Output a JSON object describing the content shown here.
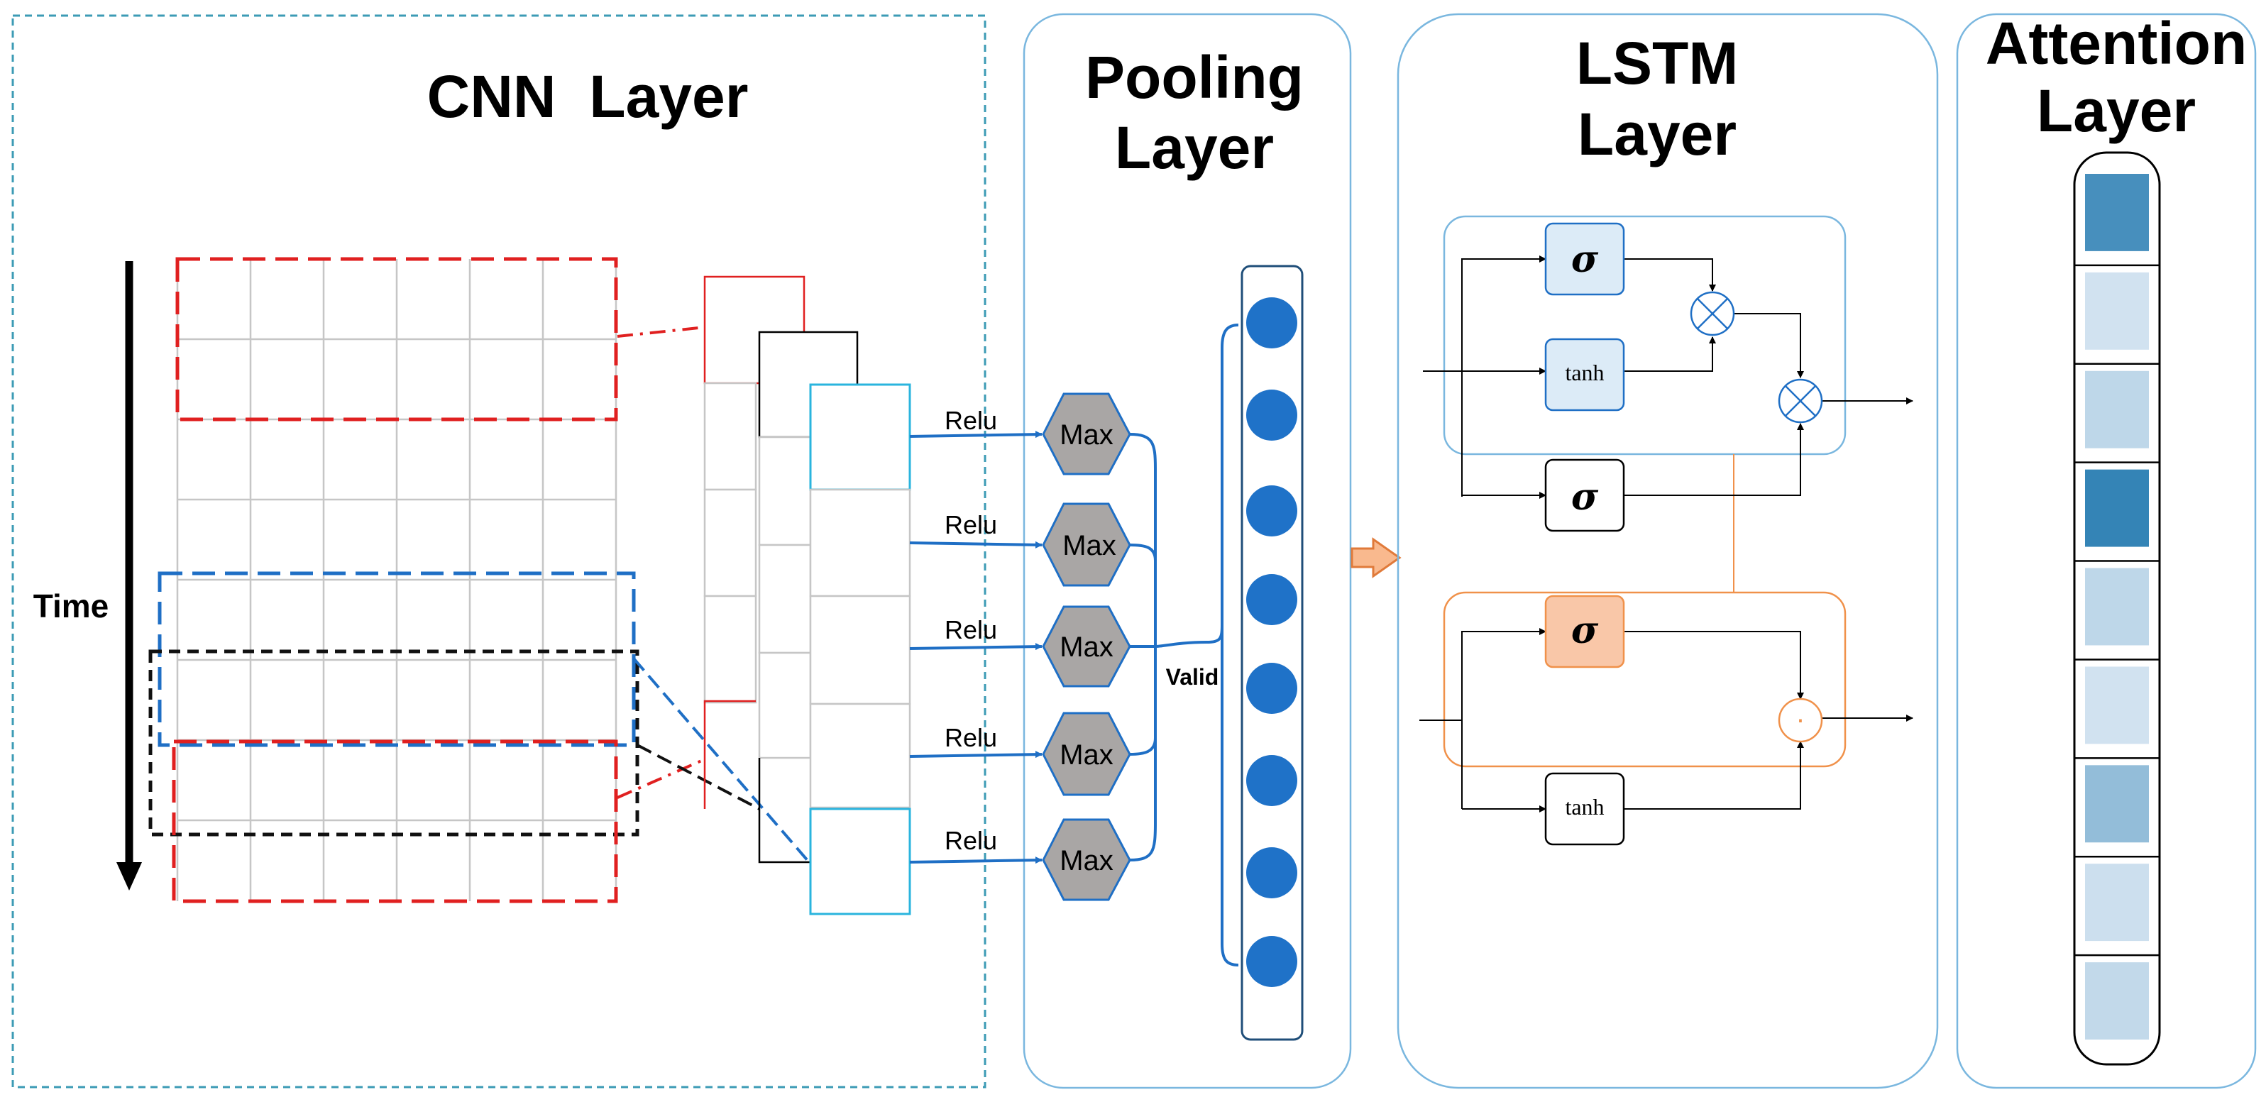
{
  "titles": {
    "cnn": "CNN  Layer",
    "pooling_line1": "Pooling",
    "pooling_line2": "Layer",
    "lstm_line1": "LSTM",
    "lstm_line2": "Layer",
    "attention_line1": "Attention",
    "attention_line2": "Layer"
  },
  "labels": {
    "time": "Time",
    "relu": "Relu",
    "max": "Max",
    "valid": "Valid",
    "sigma": "σ",
    "tanh": "tanh",
    "dot": "·"
  },
  "colors": {
    "accent_blue": "#1f6fc5",
    "node_blue": "#1f72c8",
    "panel_border": "#7ab7df",
    "grid": "#c6c6c6",
    "red_dash": "#e02020",
    "blue_dash": "#1f6fc5",
    "black_dash": "#111111",
    "cyan": "#2ab4de",
    "hex_fill": "#a9a6a5",
    "orange": "#f0914a",
    "orange_fill": "#f9c7a8",
    "light_blue_fill": "#dcebf7"
  },
  "attention_weights": [
    0.85,
    0.12,
    0.22,
    0.95,
    0.22,
    0.12,
    0.45,
    0.15,
    0.2
  ],
  "relu_count": 5,
  "valid_node_count": 8
}
